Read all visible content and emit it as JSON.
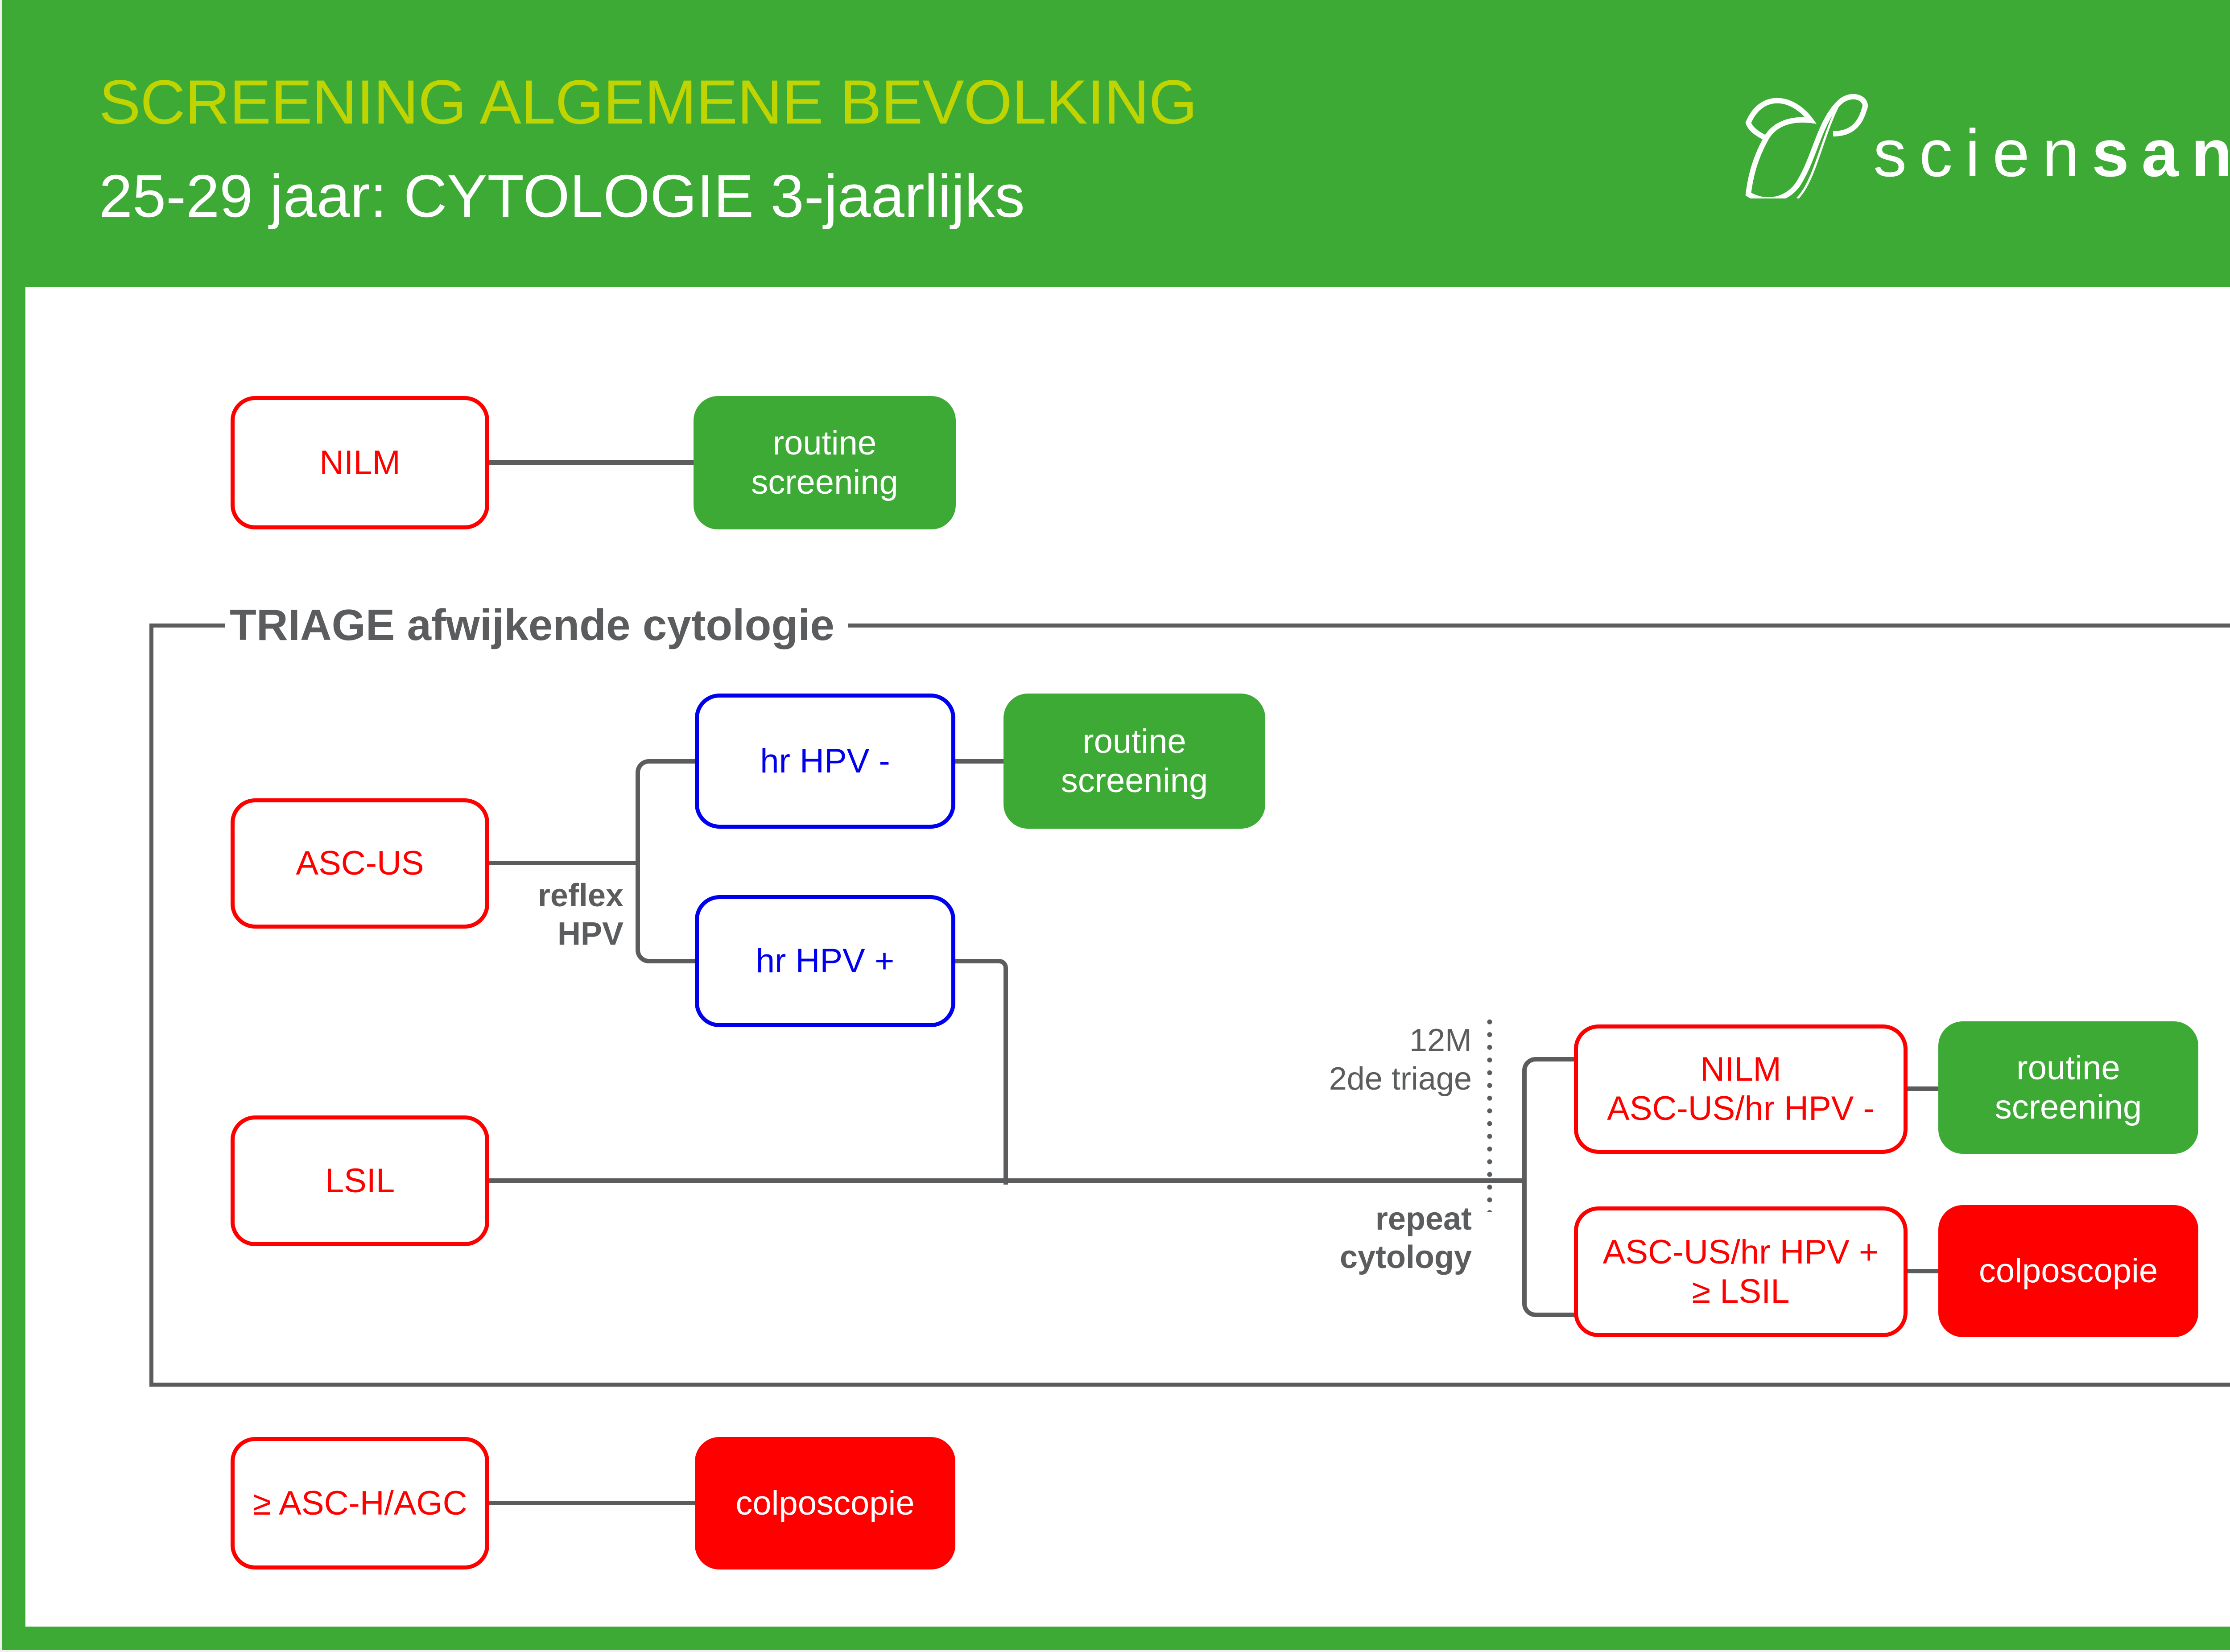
{
  "header": {
    "title": "SCREENING ALGEMENE BEVOLKING",
    "subtitle": "25-29 jaar: CYTOLOGIE 3-jaarlijks",
    "logo": {
      "icon": "sciensano-leaf-icon",
      "text_light": "scien",
      "text_bold": "sano"
    }
  },
  "colors": {
    "brand_green": "#3daa35",
    "title_yellow_green": "#bfd400",
    "abnormal_red": "#ff0000",
    "hpv_blue": "#0000ee",
    "connector_grey": "#5b5c5e"
  },
  "nodes": {
    "nilm": "NILM",
    "nilm_outcome": [
      "routine",
      "screening"
    ],
    "asc_us": "ASC-US",
    "hr_hpv_neg": "hr HPV -",
    "hr_hpv_neg_outcome": [
      "routine",
      "screening"
    ],
    "hr_hpv_pos": "hr HPV +",
    "lsil": "LSIL",
    "second_triage_negative": [
      "NILM",
      "ASC-US/hr HPV -"
    ],
    "second_triage_negative_outcome": [
      "routine",
      "screening"
    ],
    "second_triage_positive": [
      "ASC-US/hr HPV +",
      "≥ LSIL"
    ],
    "second_triage_positive_outcome": "colposcopie",
    "asc_h_agc": "≥ ASC-H/AGC",
    "asc_h_agc_outcome": "colposcopie"
  },
  "triage": {
    "heading": "TRIAGE afwijkende cytologie",
    "reflex_label": [
      "reflex",
      "HPV"
    ],
    "interval_label": [
      "12M",
      "2de triage"
    ],
    "repeat_label": [
      "repeat",
      "cytology"
    ]
  }
}
